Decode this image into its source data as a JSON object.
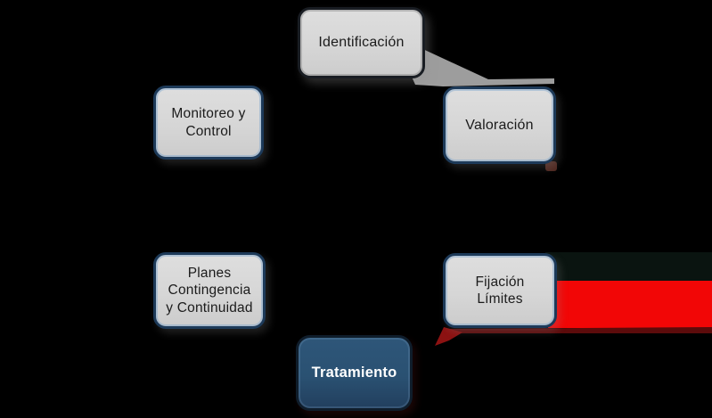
{
  "diagram": {
    "nodes": [
      {
        "id": "identificacion",
        "label": "Identificación"
      },
      {
        "id": "valoracion",
        "label": "Valoración"
      },
      {
        "id": "fijacion-limites",
        "label": "Fijación\nLímites"
      },
      {
        "id": "tratamiento",
        "label": "Tratamiento"
      },
      {
        "id": "planes-contingencia",
        "label": "Planes\nContingencia\ny Continuidad"
      },
      {
        "id": "monitoreo-control",
        "label": "Monitoreo y\nControl"
      }
    ],
    "colors": {
      "background": "#000000",
      "node_fill": "#d6d6d6",
      "node_border_navy": "#1d3a59",
      "identificacion_border": "#191d23",
      "dark_node_fill": "#2a5172",
      "dark_node_border": "#0f1d2b",
      "text": "#1b1b1b",
      "dark_node_text": "#ffffff",
      "red_arrow": "#f20606",
      "maroon_underline": "#5c0b0b",
      "arrowhead_dark_red": "#8c1212",
      "gray_arrow": "#9d9d9d",
      "shadow_band": "#0a1410",
      "corner_artifact": "#4f2820"
    }
  }
}
